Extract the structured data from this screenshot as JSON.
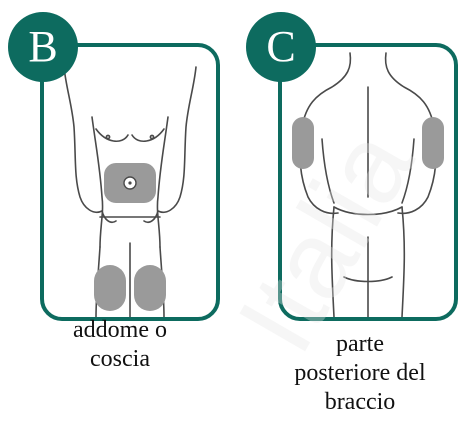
{
  "panels": [
    {
      "id": "B",
      "label": "B",
      "caption_lines": [
        "addome o",
        "coscia"
      ],
      "figure": "front-view-body",
      "sites": [
        "abdomen",
        "left-thigh",
        "right-thigh"
      ]
    },
    {
      "id": "C",
      "label": "C",
      "caption_lines": [
        "parte",
        "posteriore del",
        "braccio"
      ],
      "figure": "back-view-body",
      "sites": [
        "left-back-upper-arm",
        "right-back-upper-arm"
      ]
    }
  ],
  "colors": {
    "frame": "#0d6b5f",
    "badge": "#0d6b5f",
    "site_fill": "#9a9a9a",
    "outline": "#4a4a4a"
  },
  "watermark_text": "Italia"
}
